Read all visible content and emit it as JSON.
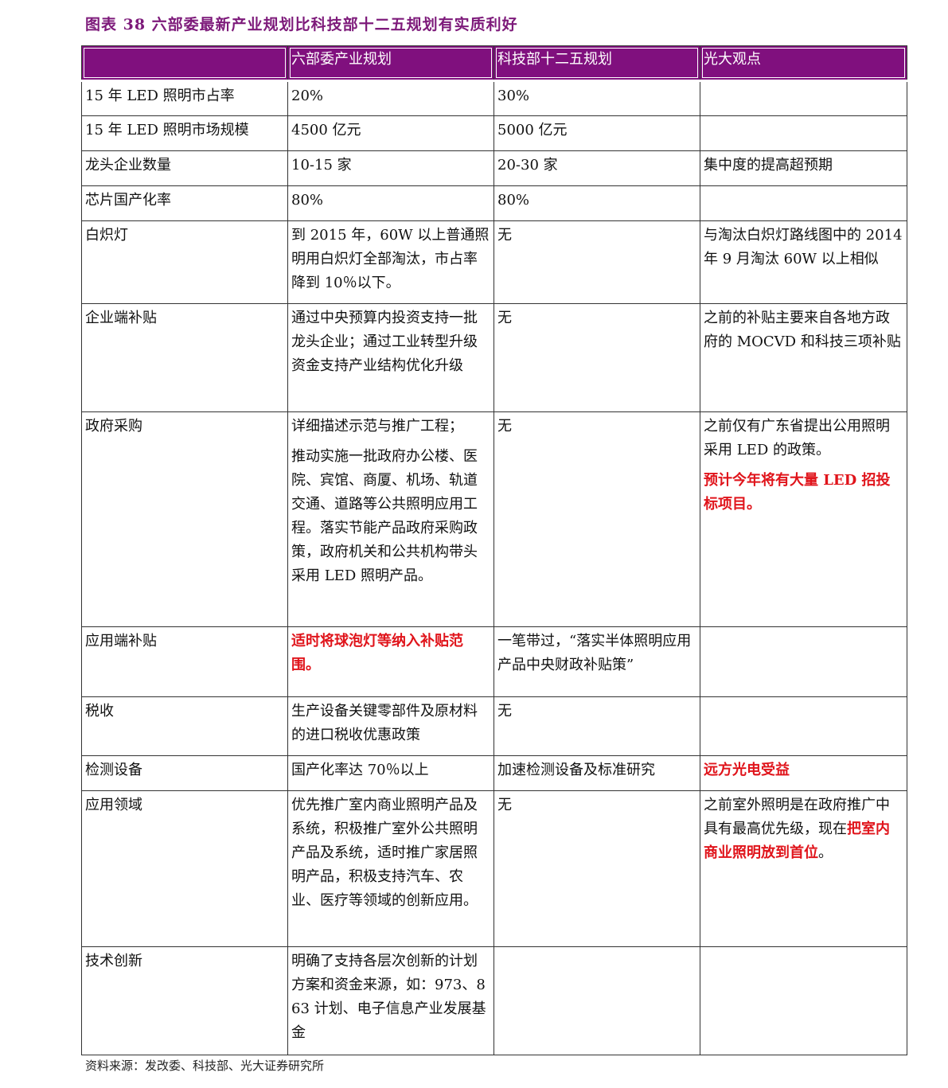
{
  "figure_title": "图表 38  六部委最新产业规划比科技部十二五规划有实质利好",
  "table": {
    "headers": [
      "",
      "六部委产业规划",
      "科技部十二五规划",
      "光大观点"
    ],
    "rows": [
      {
        "label": "15 年 LED 照明市占率",
        "cells": [
          [
            {
              "text": "20%"
            }
          ],
          [
            {
              "text": "30%"
            }
          ],
          [
            {
              "text": ""
            }
          ]
        ]
      },
      {
        "label": "15 年 LED 照明市场规模",
        "cells": [
          [
            {
              "text": "4500 亿元"
            }
          ],
          [
            {
              "text": "5000 亿元"
            }
          ],
          [
            {
              "text": ""
            }
          ]
        ]
      },
      {
        "label": "龙头企业数量",
        "cells": [
          [
            {
              "text": "10-15 家"
            }
          ],
          [
            {
              "text": "20-30 家"
            }
          ],
          [
            {
              "text": "集中度的提高超预期"
            }
          ]
        ]
      },
      {
        "label": "芯片国产化率",
        "cells": [
          [
            {
              "text": "80%"
            }
          ],
          [
            {
              "text": "80%"
            }
          ],
          [
            {
              "text": ""
            }
          ]
        ]
      },
      {
        "label": "白炽灯",
        "cells": [
          [
            {
              "text": "到 2015 年，60W 以上普通照明用白炽灯全部淘汰，市占率降到 10％以下。"
            }
          ],
          [
            {
              "text": "无"
            }
          ],
          [
            {
              "text": "与淘汰白炽灯路线图中的 2014 年 9 月淘汰 60W 以上相似"
            }
          ]
        ]
      },
      {
        "label": "企业端补贴",
        "cells": [
          [
            {
              "text": "通过中央预算内投资支持一批龙头企业；通过工业转型升级资金支持产业结构优化升级"
            }
          ],
          [
            {
              "text": "无"
            }
          ],
          [
            {
              "text": "之前的补贴主要来自各地方政府的 MOCVD 和科技三项补贴"
            }
          ]
        ]
      },
      {
        "label": "政府采购",
        "cells": [
          [
            {
              "text": "详细描述示范与推广工程；"
            },
            {
              "text": "推动实施一批政府办公楼、医院、宾馆、商厦、机场、轨道交通、道路等公共照明应用工程。落实节能产品政府采购政策，政府机关和公共机构带头采用 LED 照明产品。"
            }
          ],
          [
            {
              "text": "无"
            }
          ],
          [
            {
              "text": "之前仅有广东省提出公用照明采用 LED 的政策。"
            },
            {
              "text": "预计今年将有大量 LED 招投标项目。",
              "emphasis": true
            }
          ]
        ]
      },
      {
        "label": "应用端补贴",
        "cells": [
          [
            {
              "text": "适时将球泡灯等纳入补贴范围。",
              "emphasis": true
            }
          ],
          [
            {
              "text": "一笔带过，“落实半体照明应用产品中央财政补贴策”"
            }
          ],
          [
            {
              "text": ""
            }
          ]
        ]
      },
      {
        "label": "税收",
        "cells": [
          [
            {
              "text": "生产设备关键零部件及原材料的进口税收优惠政策"
            }
          ],
          [
            {
              "text": "无"
            }
          ],
          [
            {
              "text": ""
            }
          ]
        ]
      },
      {
        "label": "检测设备",
        "cells": [
          [
            {
              "text": "国产化率达 70％以上"
            }
          ],
          [
            {
              "text": "加速检测设备及标准研究"
            }
          ],
          [
            {
              "text": "远方光电受益",
              "emphasis": true
            }
          ]
        ]
      },
      {
        "label": "应用领域",
        "cells": [
          [
            {
              "text": "优先推广室内商业照明产品及系统，积极推广室外公共照明产品及系统，适时推广家居照明产品，积极支持汽车、农业、医疗等领域的创新应用。"
            }
          ],
          [
            {
              "text": "无"
            }
          ],
          [
            {
              "text": "之前室外照明是在政府推广中具有最高优先级，现在"
            },
            {
              "text": "把室内商业照明放到首位",
              "emphasis": true,
              "inline": true
            },
            {
              "text": "。",
              "inline": true
            }
          ]
        ]
      },
      {
        "label": "技术创新",
        "cells": [
          [
            {
              "text": "明确了支持各层次创新的计划方案和资金来源，如：973、863 计划、电子信息产业发展基金"
            }
          ],
          [
            {
              "text": ""
            }
          ],
          [
            {
              "text": ""
            }
          ]
        ]
      }
    ]
  },
  "source_note": "资料来源：发改委、科技部、光大证券研究所",
  "colors": {
    "title": "#7d1a7a",
    "header_bg": "#80107e",
    "header_text": "#ffffff",
    "emphasis": "#e0141b"
  }
}
